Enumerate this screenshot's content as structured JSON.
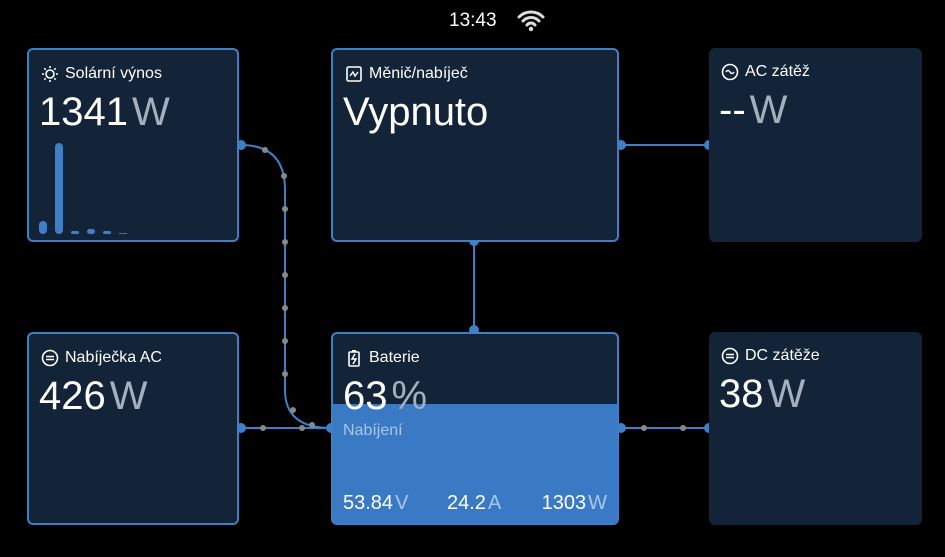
{
  "status": {
    "time": "13:43",
    "wifi_icon": "wifi-icon"
  },
  "solar": {
    "title": "Solární výnos",
    "value": "1341",
    "unit": "W",
    "history": [
      0.1,
      0.7,
      0.02,
      0.04,
      0.02,
      0
    ]
  },
  "inverter": {
    "title": "Měnič/nabíječ",
    "value": "Vypnuto"
  },
  "ac_load": {
    "title": "AC zátěž",
    "value": "--",
    "unit": "W"
  },
  "charger": {
    "title": "Nabíječka AC",
    "value": "426",
    "unit": "W"
  },
  "battery": {
    "title": "Baterie",
    "value": "63",
    "unit": "%",
    "state": "Nabíjení",
    "soc": 0.63,
    "voltage": "53.84",
    "voltage_unit": "V",
    "current": "24.2",
    "current_unit": "A",
    "power": "1303",
    "power_unit": "W"
  },
  "dc_load": {
    "title": "DC zátěže",
    "value": "38",
    "unit": "W"
  },
  "colors": {
    "accent": "#3f7fc6",
    "card": "#132338"
  }
}
